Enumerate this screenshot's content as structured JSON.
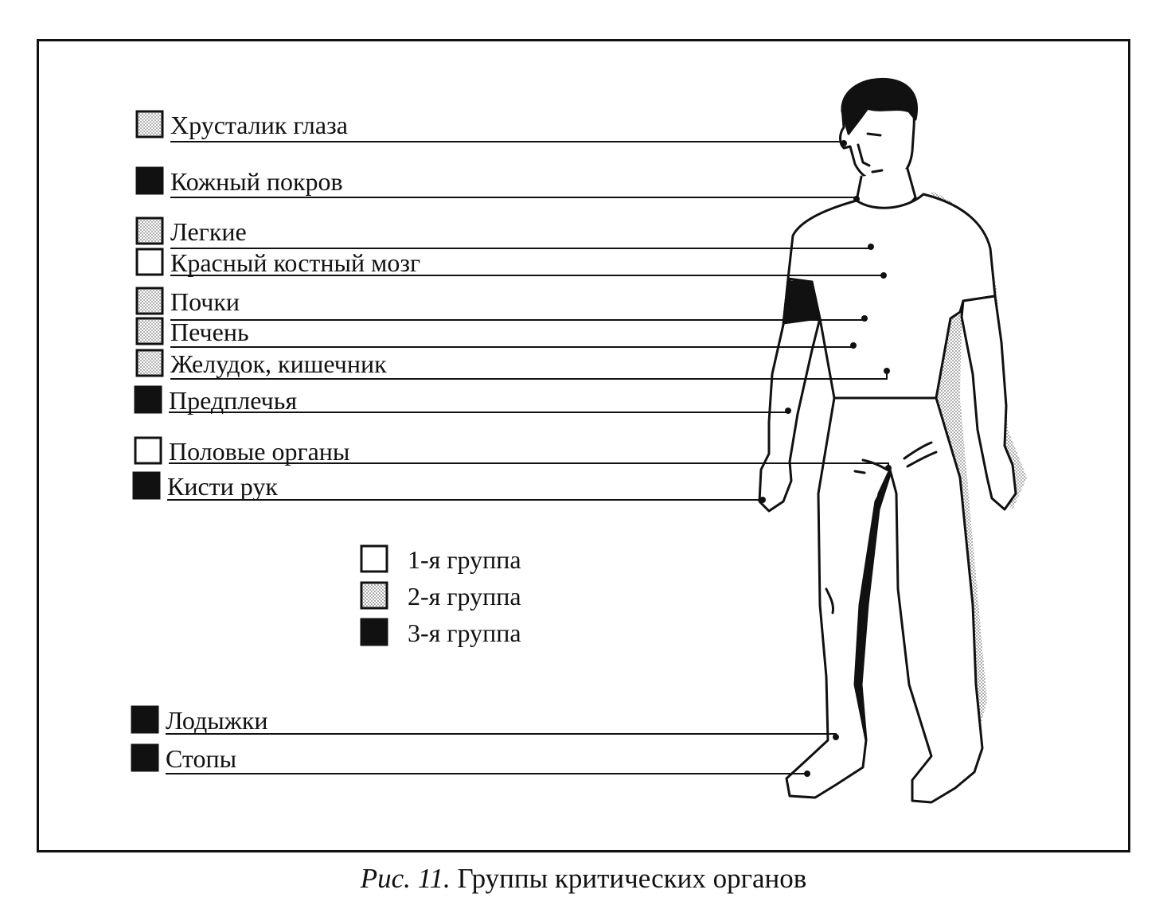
{
  "colors": {
    "group1": "#ffffff",
    "group2": "#a8a8a8",
    "group3": "#111111",
    "line": "#111111"
  },
  "organs": [
    {
      "label": "Хрусталик глаза",
      "group": 2
    },
    {
      "label": "Кожный покров",
      "group": 3
    },
    {
      "label": "Легкие",
      "group": 2
    },
    {
      "label": "Красный костный мозг",
      "group": 1
    },
    {
      "label": "Почки",
      "group": 2
    },
    {
      "label": "Печень",
      "group": 2
    },
    {
      "label": "Желудок, кишечник",
      "group": 2
    },
    {
      "label": "Предплечья",
      "group": 3
    },
    {
      "label": "Половые органы",
      "group": 1
    },
    {
      "label": "Кисти рук",
      "group": 3
    },
    {
      "label": "Лодыжки",
      "group": 3
    },
    {
      "label": "Стопы",
      "group": 3
    }
  ],
  "legend": [
    {
      "label": "1-я группа",
      "group": 1
    },
    {
      "label": "2-я группа",
      "group": 2
    },
    {
      "label": "3-я группа",
      "group": 3
    }
  ],
  "caption": {
    "number": "Рис. 11.",
    "text": " Группы критических органов"
  }
}
